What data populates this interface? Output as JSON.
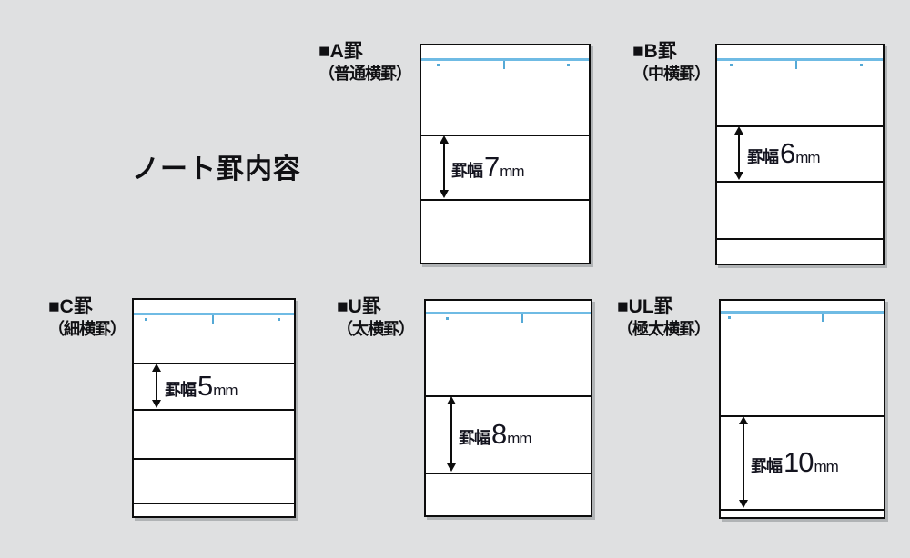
{
  "page": {
    "title": "ノート罫内容",
    "background_color": "#dfe0e1"
  },
  "colors": {
    "card_background": "#ffffff",
    "card_border": "#0d0d0d",
    "rule_line": "#0d0d0d",
    "margin_line_blue": "#6fbbe4",
    "alignment_tick_blue": "#55a9d6",
    "label_text": "#101013",
    "dimension_text": "#14141f"
  },
  "cards": [
    {
      "id": "A",
      "label_line1": "■A罫",
      "label_line2": "（普通横罫）",
      "dim_prefix": "罫幅",
      "dim_value": "7",
      "dim_unit": "mm",
      "rule_width_mm": 7
    },
    {
      "id": "B",
      "label_line1": "■B罫",
      "label_line2": "（中横罫）",
      "dim_prefix": "罫幅",
      "dim_value": "6",
      "dim_unit": "mm",
      "rule_width_mm": 6
    },
    {
      "id": "C",
      "label_line1": "■C罫",
      "label_line2": "（細横罫）",
      "dim_prefix": "罫幅",
      "dim_value": "5",
      "dim_unit": "mm",
      "rule_width_mm": 5
    },
    {
      "id": "U",
      "label_line1": "■U罫",
      "label_line2": "（太横罫）",
      "dim_prefix": "罫幅",
      "dim_value": "8",
      "dim_unit": "mm",
      "rule_width_mm": 8
    },
    {
      "id": "UL",
      "label_line1": "■UL罫",
      "label_line2": "（極太横罫）",
      "dim_prefix": "罫幅",
      "dim_value": "10",
      "dim_unit": "mm",
      "rule_width_mm": 10
    }
  ]
}
